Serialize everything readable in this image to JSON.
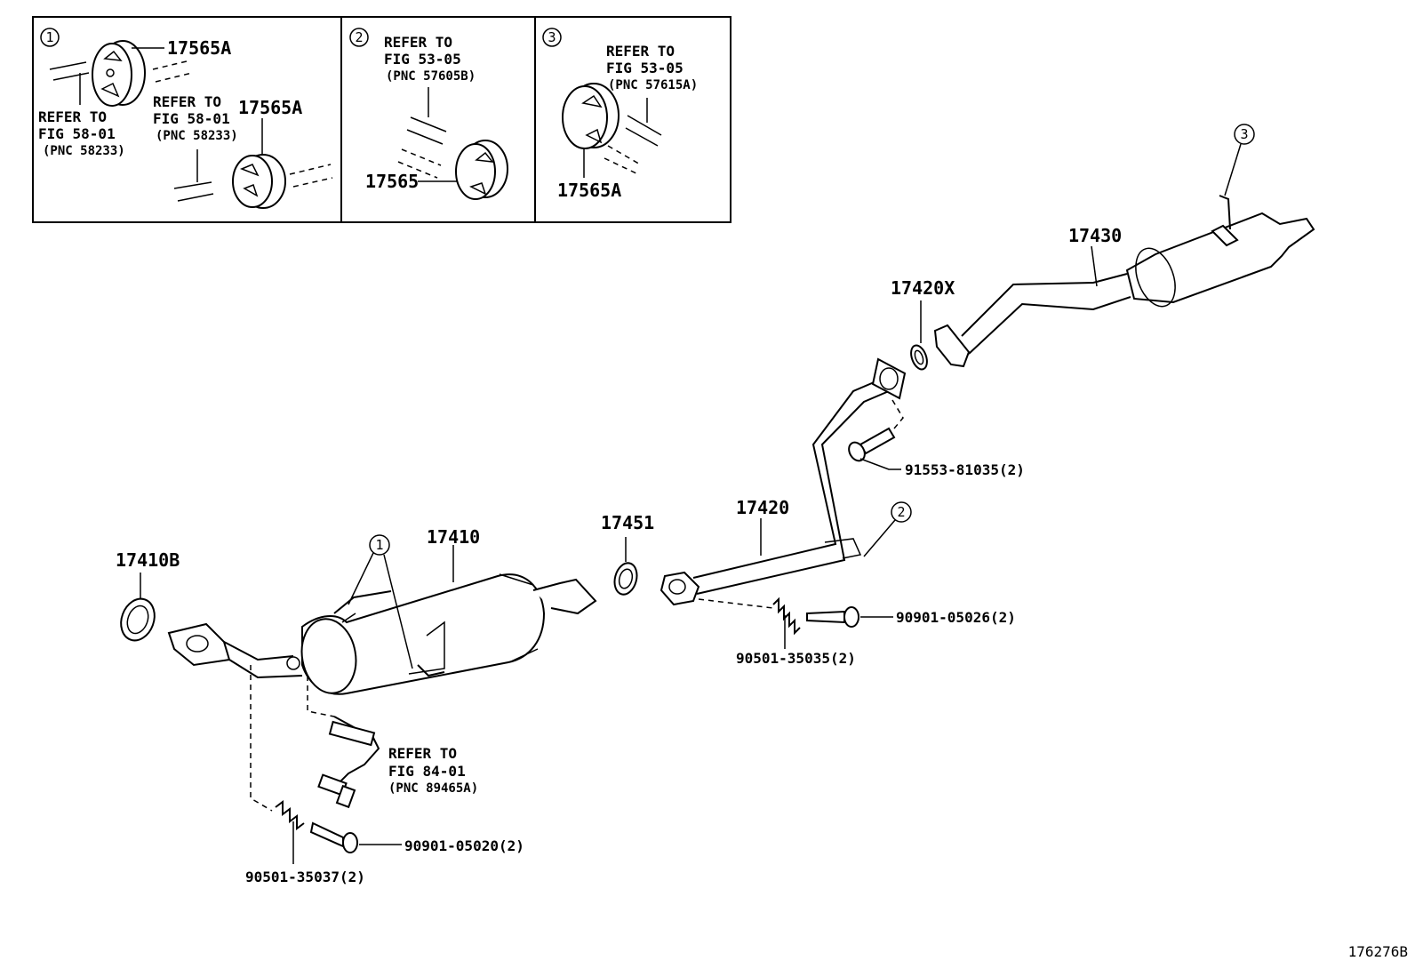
{
  "diagram_id": "176276B",
  "inset_boxes": [
    {
      "index": "1",
      "callouts": [
        "17565A",
        "17565A"
      ],
      "refer_notes": [
        {
          "line1": "REFER TO",
          "line2": "FIG 58-01",
          "line3": "(PNC 58233)"
        },
        {
          "line1": "REFER TO",
          "line2": "FIG 58-01",
          "line3": "(PNC 58233)"
        }
      ]
    },
    {
      "index": "2",
      "callouts": [
        "17565"
      ],
      "refer_notes": [
        {
          "line1": "REFER TO",
          "line2": "FIG 53-05",
          "line3": "(PNC 57605B)"
        }
      ]
    },
    {
      "index": "3",
      "callouts": [
        "17565A"
      ],
      "refer_notes": [
        {
          "line1": "REFER TO",
          "line2": "FIG 53-05",
          "line3": "(PNC 57615A)"
        }
      ]
    }
  ],
  "parts": {
    "p17410B": "17410B",
    "p17410": "17410",
    "p17451": "17451",
    "p17420": "17420",
    "p17420X": "17420X",
    "p17430": "17430",
    "p91553": "91553-81035(2)",
    "p90901_26": "90901-05026(2)",
    "p90501_35": "90501-35035(2)",
    "p90901_20": "90901-05020(2)",
    "p90501_37": "90501-35037(2)"
  },
  "sensor_note": {
    "line1": "REFER TO",
    "line2": "FIG 84-01",
    "line3": "(PNC 89465A)"
  },
  "markers": {
    "m1": "1",
    "m2": "2",
    "m3": "3"
  }
}
